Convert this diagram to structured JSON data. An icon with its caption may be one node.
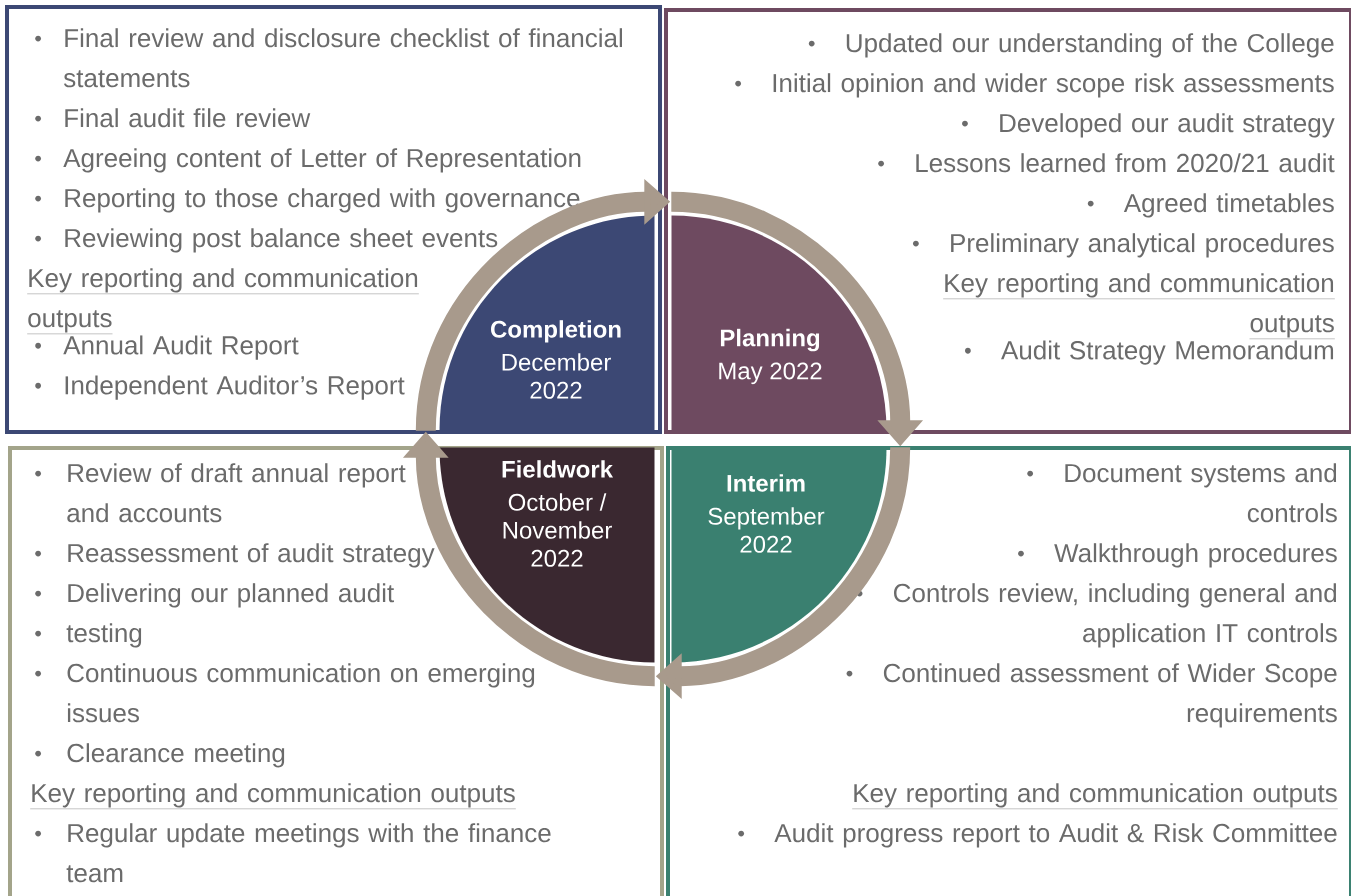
{
  "diagram": {
    "nodes": [
      {
        "text": [
          "Final review and disclosure checklist of financial statements",
          "Final audit file review",
          "Agreeing content of Letter of Representation",
          "Reporting to those charged with governance",
          "Reviewing post balance sheet events",
          "Key reporting and communication outputs",
          "Annual Audit Report",
          "Independent Auditor’s Report"
        ]
      },
      {
        "text": [
          "Updated our understanding of the College",
          "Initial opinion and wider scope risk assessments",
          "Developed our audit strategy",
          "Lessons learned from 2020/21 audit",
          "Agreed timetables",
          "Preliminary analytical procedures",
          "Key reporting and communication outputs",
          "Audit Strategy Memorandum"
        ]
      },
      {
        "text": [
          "Review of draft annual report and accounts",
          "Reassessment of audit strategy",
          "Delivering our planned audit",
          "testing",
          "Continuous communication on emerging issues",
          "Clearance meeting",
          "Key reporting and communication outputs",
          "Regular update meetings with the finance team"
        ]
      },
      {
        "text": [
          "Document systems and controls",
          "Walkthrough procedures",
          "Controls review, including general and application IT controls",
          "Continued assessment of Wider Scope requirements",
          "Key reporting and communication outputs",
          "Audit progress report to Audit & Risk Committee"
        ]
      },
      {
        "text": [
          "Completion",
          "December 2022"
        ],
        "in": 0
      },
      {
        "text": [
          "Planning",
          "May 2022"
        ],
        "in": 1
      },
      {
        "text": [
          "Interim",
          "September 2022"
        ],
        "in": 3
      },
      {
        "text": [
          "Fieldwork",
          "October / November 2022"
        ],
        "in": 2
      }
    ],
    "edges": [
      {
        "from": 4,
        "to": 5,
        "arrow": "to"
      },
      {
        "from": 5,
        "to": 6,
        "arrow": "to"
      },
      {
        "from": 6,
        "to": 7,
        "arrow": "to"
      },
      {
        "from": 7,
        "to": 4,
        "arrow": "to"
      }
    ]
  }
}
